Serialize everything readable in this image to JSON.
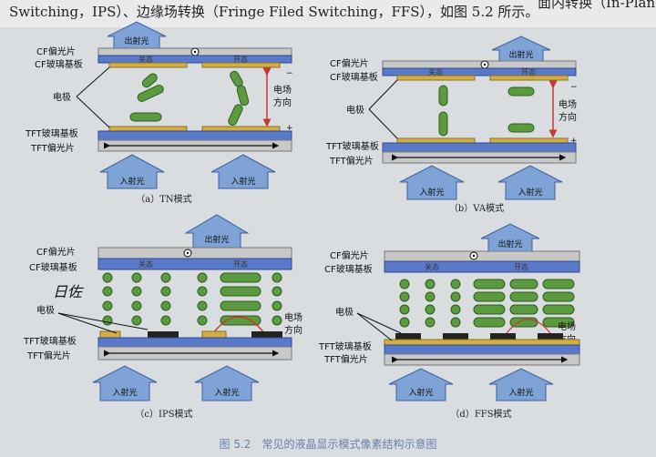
{
  "intro_text": "Switching，IPS）、边缘场转换（Fringe Filed Switching，FFS），如图 5.2 所示。",
  "intro_text_right": "面内转换（In-Plane",
  "labels": {
    "emit": "出射光",
    "incident": "入射光",
    "cf_polarizer": "CF偏光片",
    "cf_glass": "CF玻璃基板",
    "electrode": "电极",
    "tft_glass": "TFT玻璃基板",
    "tft_polarizer": "TFT偏光片",
    "off": "关态",
    "on": "开态",
    "field_dir_1": "电场",
    "field_dir_2": "方向",
    "minus": "−",
    "plus": "+",
    "handwriting": "日佐"
  },
  "panels": {
    "a": "（a）TN模式",
    "b": "（b）VA模式",
    "c": "（c）IPS模式",
    "d": "（d）FFS模式"
  },
  "figure_caption": "图 5.2　常见的液晶显示模式像素结构示意图",
  "colors": {
    "polarizer": "#c8c8c8",
    "glass": "#5b79c9",
    "electrode": "#d2ae46",
    "lc_molecule": "#5b9a3e",
    "arrow_box": "#7fa3d6",
    "field_arrow": "#c43a33"
  }
}
